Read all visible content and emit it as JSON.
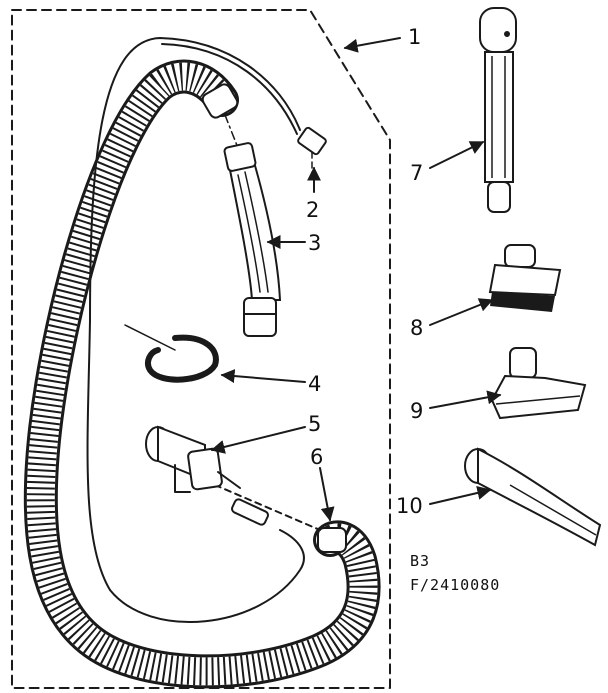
{
  "callouts": [
    {
      "id": "1",
      "label": "1"
    },
    {
      "id": "2",
      "label": "2"
    },
    {
      "id": "3",
      "label": "3"
    },
    {
      "id": "4",
      "label": "4"
    },
    {
      "id": "5",
      "label": "5"
    },
    {
      "id": "6",
      "label": "6"
    },
    {
      "id": "7",
      "label": "7"
    },
    {
      "id": "8",
      "label": "8"
    },
    {
      "id": "9",
      "label": "9"
    },
    {
      "id": "10",
      "label": "10"
    }
  ],
  "figure_code": {
    "line1": "B3",
    "line2": "F/2410080"
  },
  "colors": {
    "ink": "#1a1a1a",
    "background": "#ffffff"
  }
}
